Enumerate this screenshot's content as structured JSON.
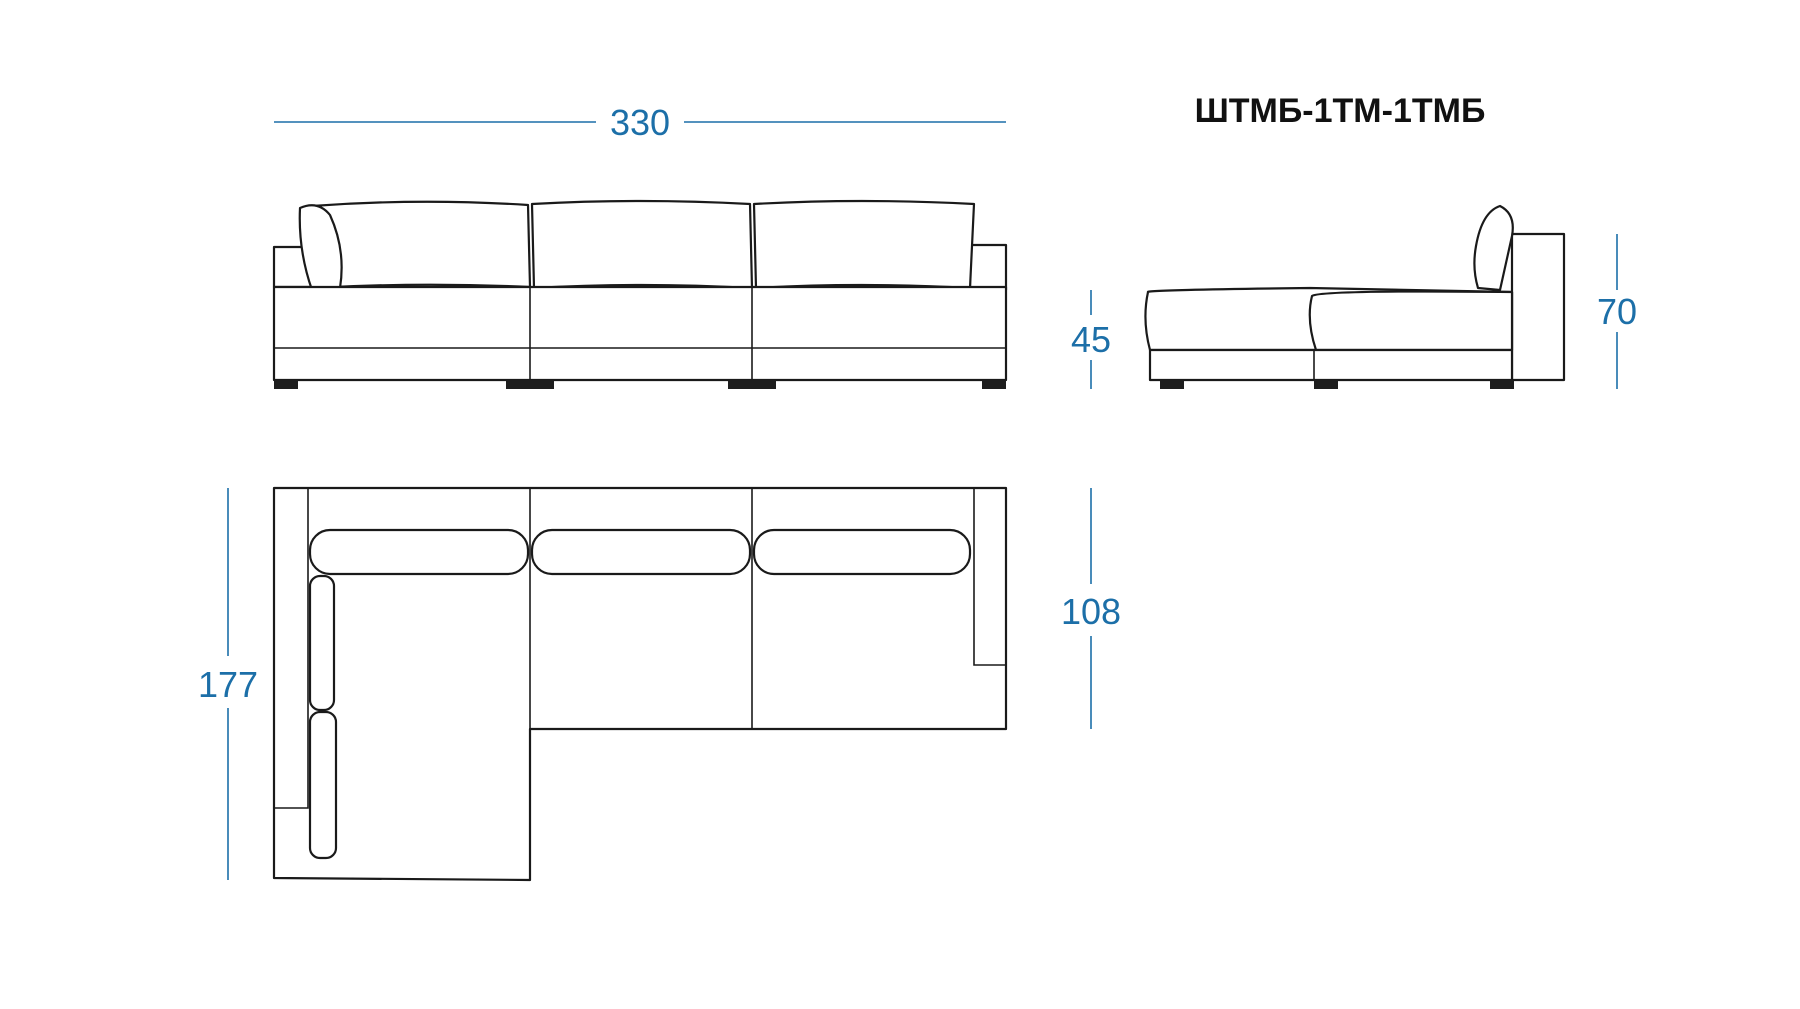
{
  "title": "ШТМБ-1ТМ-1ТМБ",
  "dimensions": {
    "total_width": "330",
    "seat_height": "45",
    "total_height": "70",
    "total_depth": "177",
    "sofa_depth": "108"
  },
  "colors": {
    "outline": "#1a1a1a",
    "dimension": "#1c6fa8",
    "title": "#111111"
  }
}
